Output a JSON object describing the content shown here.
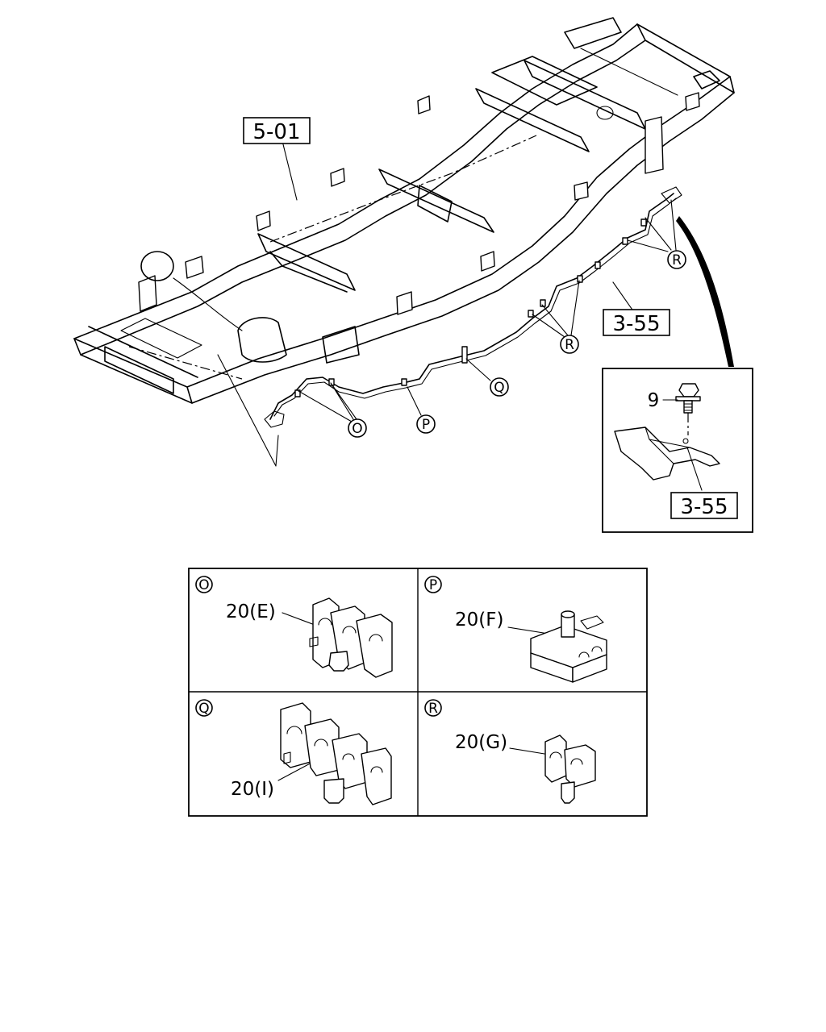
{
  "diagram": {
    "main_refs": {
      "frame_ref": "5-01",
      "harness_ref": "3-55"
    },
    "callouts": {
      "O": "O",
      "P": "P",
      "Q": "Q",
      "R": "R"
    },
    "inset": {
      "bolt_label": "9",
      "bracket_ref": "3-55"
    },
    "detail_table": [
      {
        "letter": "O",
        "part_label": "20(E)"
      },
      {
        "letter": "P",
        "part_label": "20(F)"
      },
      {
        "letter": "Q",
        "part_label": "20(I)"
      },
      {
        "letter": "R",
        "part_label": "20(G)"
      }
    ]
  }
}
